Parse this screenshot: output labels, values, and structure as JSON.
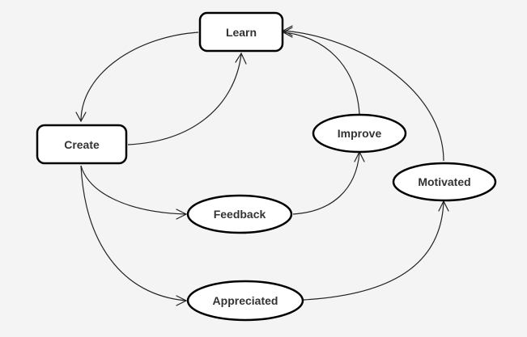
{
  "diagram": {
    "nodes": {
      "learn": "Learn",
      "create": "Create",
      "improve": "Improve",
      "motivated": "Motivated",
      "feedback": "Feedback",
      "appreciated": "Appreciated"
    }
  }
}
